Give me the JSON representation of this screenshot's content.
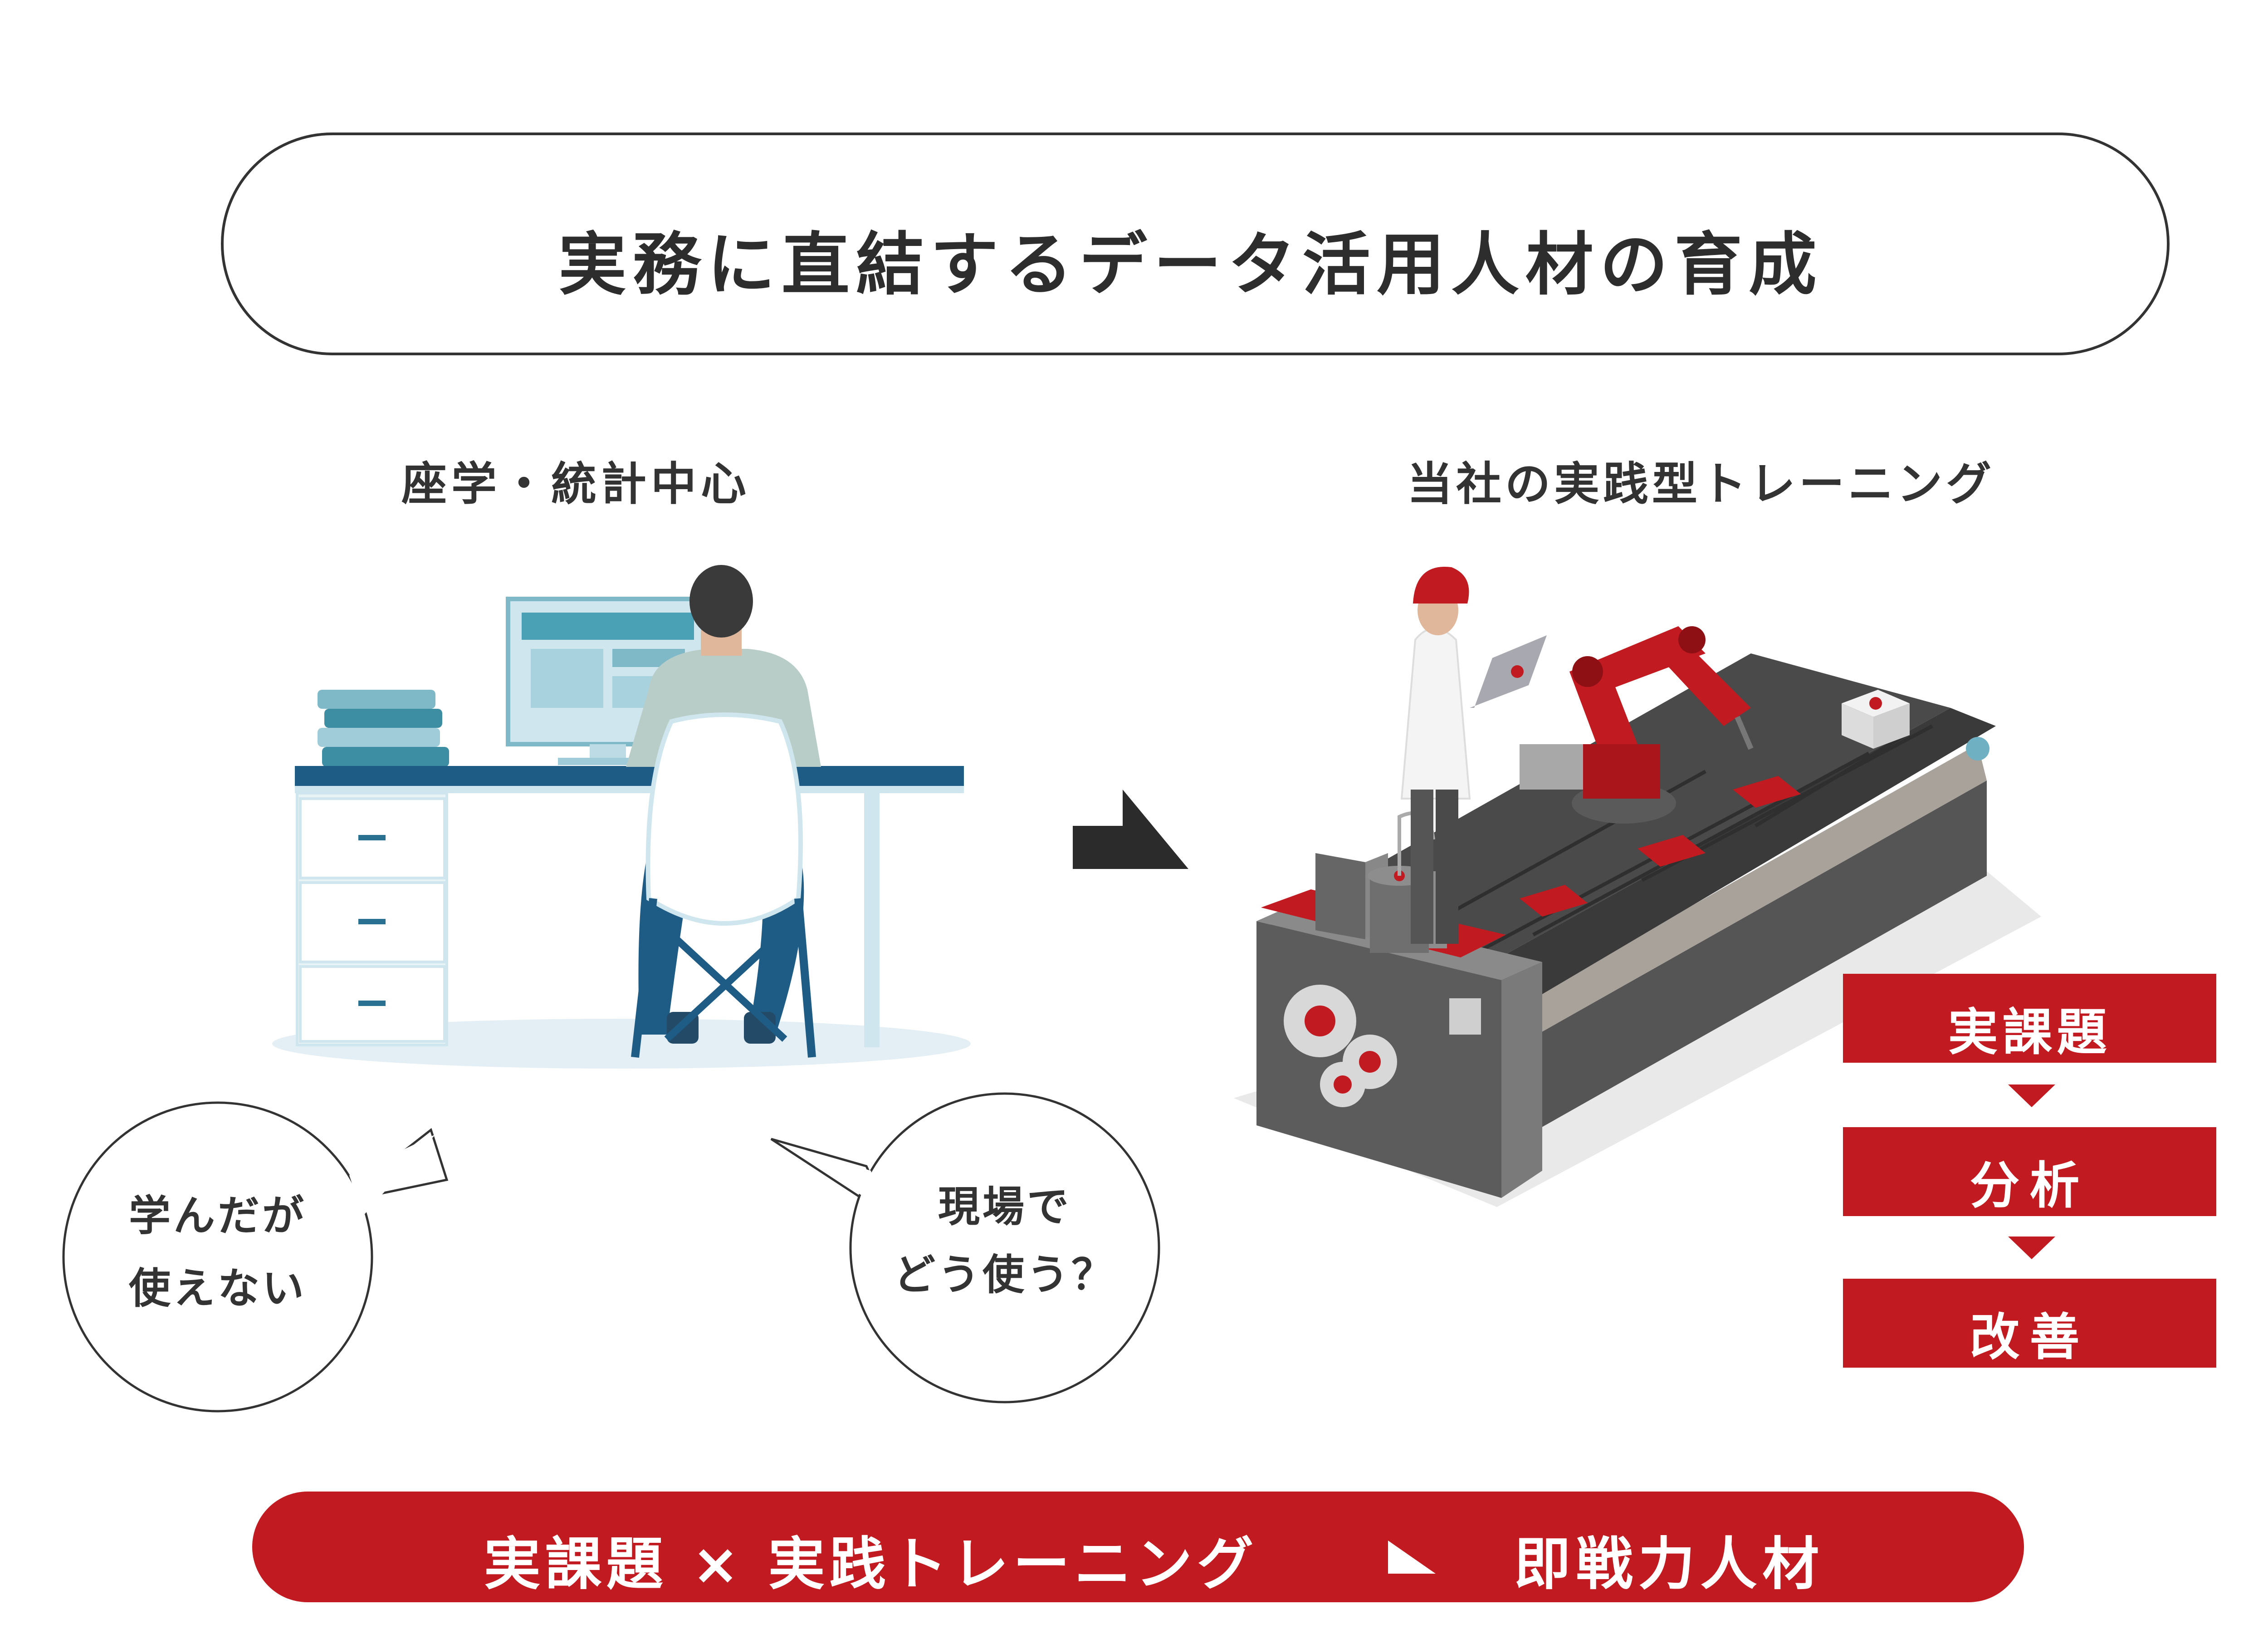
{
  "title": "実務に直結するデータ活用人材の育成",
  "left": {
    "heading": "座学・統計中心",
    "bubble_left": [
      "学んだが",
      "使えない"
    ],
    "bubble_right": [
      "現場で",
      "どう使う？"
    ]
  },
  "right": {
    "heading": "当社の実践型トレーニング",
    "steps": [
      "実課題",
      "分析",
      "改善"
    ]
  },
  "footer": {
    "part1": "実課題 × 実践トレーニング",
    "part2": "即戦力人材"
  },
  "colors": {
    "accent_red": "#c11a20",
    "dark_text": "#333333",
    "desk_blue": "#1f5c85",
    "light_blue": "#cfe6ee",
    "machine_gray": "#5c5c5c"
  },
  "icons": {
    "arrow": "corner-arrow-icon",
    "step_arrow": "triangle-down-icon"
  }
}
